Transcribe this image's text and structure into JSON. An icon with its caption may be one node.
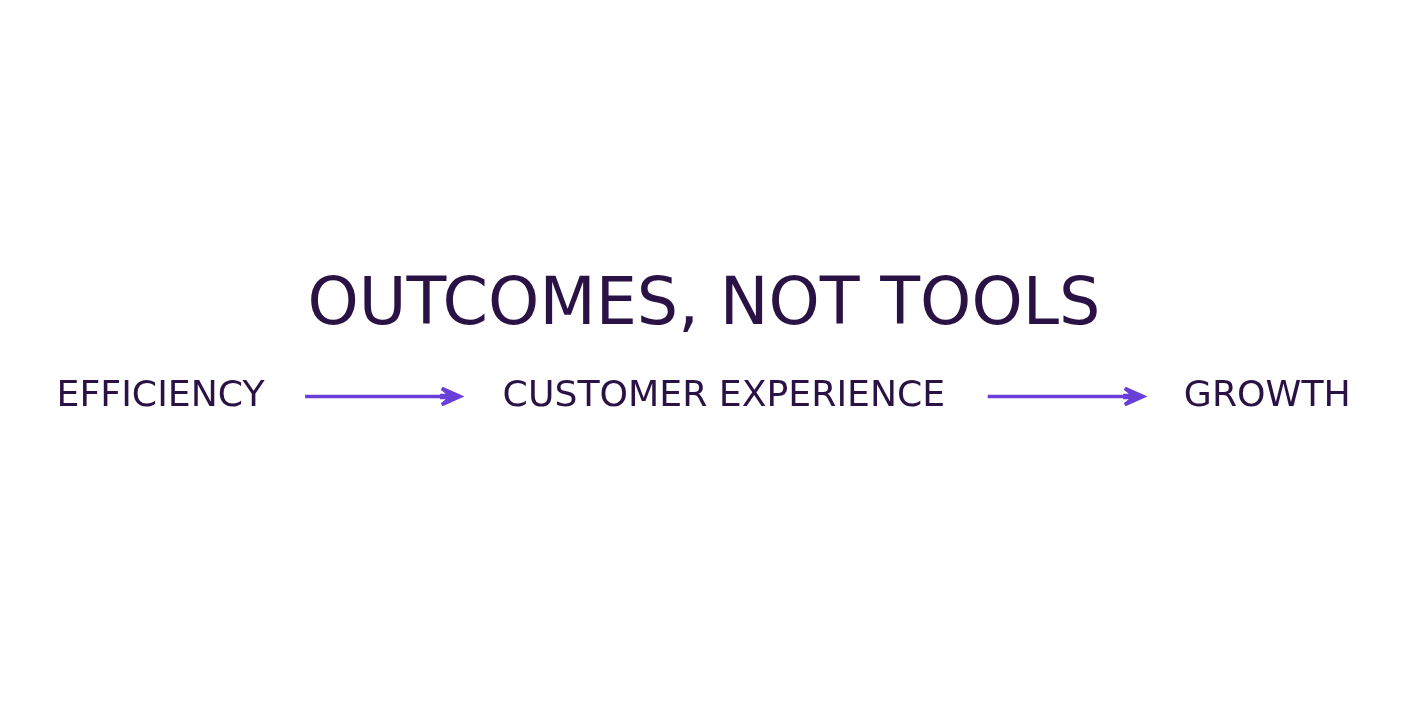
{
  "diagram": {
    "title": "OUTCOMES, NOT TOOLS",
    "nodes": [
      {
        "text": [
          "EFFICIENCY"
        ]
      },
      {
        "text": [
          "CUSTOMER EXPERIENCE"
        ]
      },
      {
        "text": [
          "GROWTH"
        ]
      }
    ],
    "edges": [
      {
        "from": 0,
        "to": 1,
        "arrow": "to"
      },
      {
        "from": 1,
        "to": 2,
        "arrow": "to"
      }
    ]
  }
}
